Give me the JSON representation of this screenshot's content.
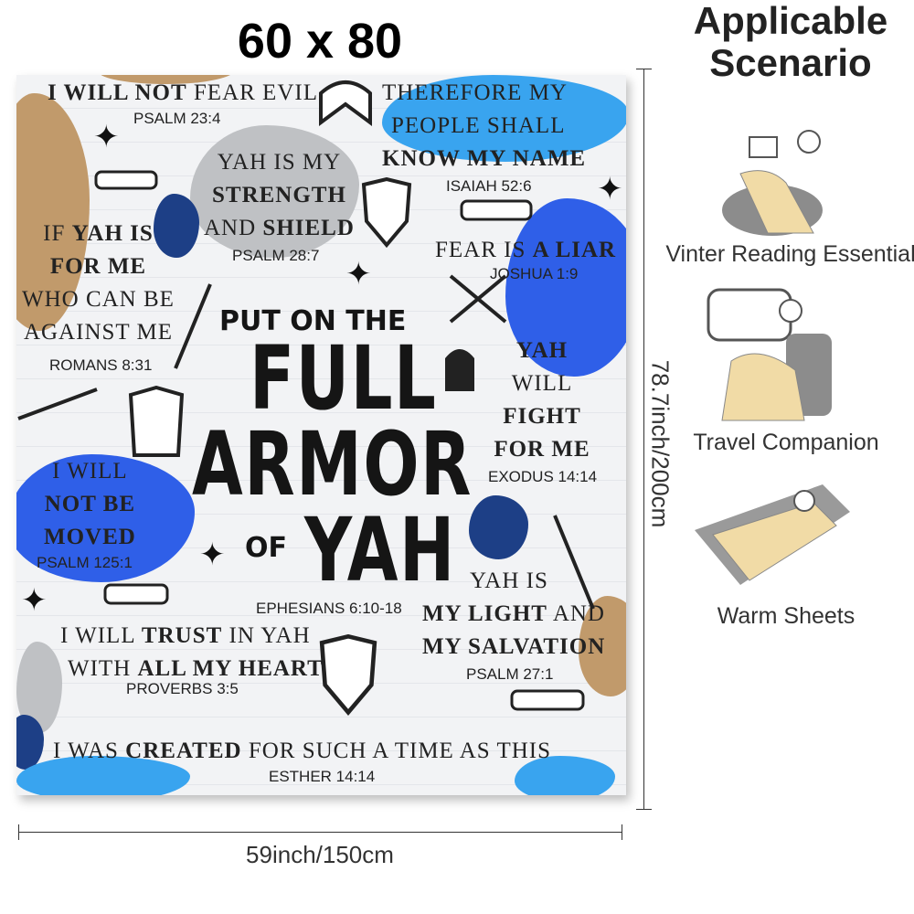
{
  "title": "60 x 80",
  "colors": {
    "blue": "#2f5fe8",
    "sky": "#39a4ef",
    "navy": "#1d3f86",
    "tan": "#c19a6b",
    "gray": "#bfc1c4"
  },
  "blanket": {
    "p1": {
      "bold": "I WILL NOT",
      "rest": " FEAR EVIL",
      "ref": "PSALM 23:4"
    },
    "p2": {
      "l1": "THEREFORE MY",
      "l2": "PEOPLE SHALL",
      "l3": "KNOW MY NAME",
      "ref": "ISAIAH 52:6"
    },
    "p3": {
      "l1": "YAH IS MY",
      "l2": "STRENGTH",
      "l3a": "AND ",
      "l3b": "SHIELD",
      "ref": "PSALM 28:7"
    },
    "p4": {
      "l1a": "IF ",
      "l1b": "YAH IS",
      "l2": "FOR ME",
      "l3": "WHO CAN BE",
      "l4": "AGAINST ME",
      "ref": "ROMANS 8:31"
    },
    "p5": {
      "a": "FEAR IS ",
      "b": "A LIAR",
      "ref": "JOSHUA 1:9"
    },
    "p6": {
      "put": "PUT ON THE",
      "full": "FULL",
      "armor": "ARMOR",
      "of": "OF",
      "yah": "YAH",
      "ref": "EPHESIANS 6:10-18"
    },
    "p7": {
      "l1": "YAH",
      "l2": "WILL",
      "l3": "FIGHT",
      "l4": "FOR ME",
      "ref": "EXODUS 14:14"
    },
    "p8": {
      "l1": "I WILL",
      "l2": "NOT BE",
      "l3": "MOVED",
      "ref": "PSALM 125:1"
    },
    "p9": {
      "l1": "YAH IS",
      "l2a": "MY LIGHT",
      "l2b": " AND",
      "l3": "MY SALVATION",
      "ref": "PSALM 27:1"
    },
    "p10": {
      "l1a": "I WILL ",
      "l1b": "TRUST",
      "l1c": " IN YAH",
      "l2a": "WITH ",
      "l2b": "ALL MY HEART",
      "ref": "PROVERBS 3:5"
    },
    "p11": {
      "a": "I WAS ",
      "b": "CREATED",
      "c": " FOR SUCH A TIME AS THIS",
      "ref": "ESTHER 14:14"
    }
  },
  "scenario": {
    "heading1": "Applicable",
    "heading2": "Scenario",
    "items": [
      {
        "caption": "Vinter Reading Essential",
        "icon": "reading-chair-icon"
      },
      {
        "caption": "Travel Companion",
        "icon": "airplane-seat-icon"
      },
      {
        "caption": "Warm Sheets",
        "icon": "bed-icon"
      }
    ]
  },
  "dimensions": {
    "height": "78.7inch/200cm",
    "width": "59inch/150cm"
  }
}
